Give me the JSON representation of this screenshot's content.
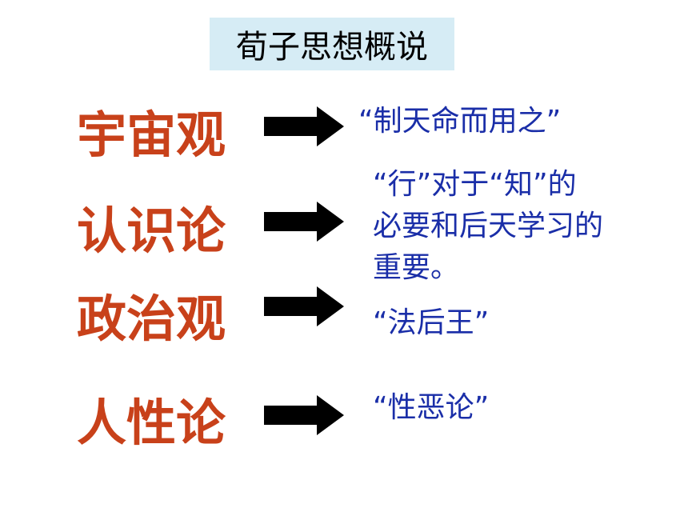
{
  "title": "荀子思想概说",
  "items": [
    {
      "topic": "宇宙观",
      "desc_lines": [
        "“制天命而用之”"
      ]
    },
    {
      "topic": "认识论",
      "desc_lines": [
        "“行”对于“知”的",
        "必要和后天学习的",
        "重要。"
      ]
    },
    {
      "topic": "政治观",
      "desc_lines": [
        "“法后王”"
      ]
    },
    {
      "topic": "人性论",
      "desc_lines": [
        "“性恶论”"
      ]
    }
  ],
  "colors": {
    "title_bg": "#d6ecf5",
    "topic": "#c8411a",
    "desc": "#1a2ea8",
    "arrow": "#000000"
  }
}
